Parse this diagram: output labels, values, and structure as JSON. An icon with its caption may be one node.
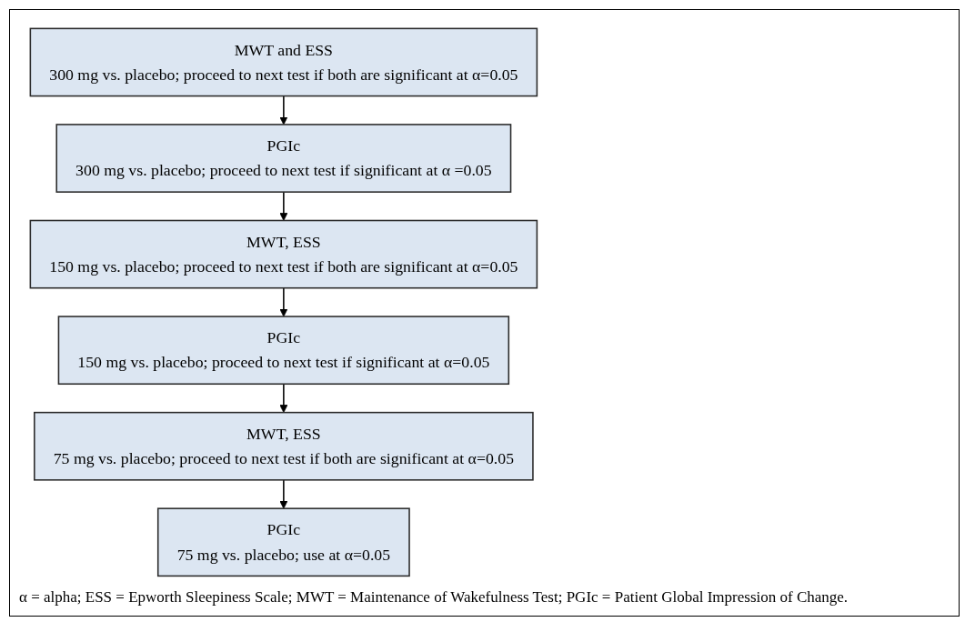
{
  "diagram": {
    "nodes": [
      {
        "text": [
          "MWT and ESS",
          "300 mg vs. placebo; proceed to next test if both are significant at α=0.05"
        ]
      },
      {
        "text": [
          "PGIc",
          "300 mg vs. placebo; proceed to next test if significant at α =0.05"
        ]
      },
      {
        "text": [
          "MWT, ESS",
          "150 mg vs. placebo; proceed to next test if both are significant at α=0.05"
        ]
      },
      {
        "text": [
          "PGIc",
          "150 mg vs. placebo; proceed to next test if significant at α=0.05"
        ]
      },
      {
        "text": [
          "MWT, ESS",
          "75 mg vs. placebo; proceed to next test if both are significant at α=0.05"
        ]
      },
      {
        "text": [
          "PGIc",
          "75 mg vs. placebo; use at α=0.05"
        ]
      }
    ],
    "edges": [
      {
        "from": 0,
        "to": 1,
        "arrow": "to"
      },
      {
        "from": 1,
        "to": 2,
        "arrow": "to"
      },
      {
        "from": 2,
        "to": 3,
        "arrow": "to"
      },
      {
        "from": 3,
        "to": 4,
        "arrow": "to"
      },
      {
        "from": 4,
        "to": 5,
        "arrow": "to"
      }
    ],
    "caption": "α = alpha; ESS = Epworth Sleepiness Scale; MWT = Maintenance of Wakefulness Test; PGIc = Patient Global Impression of Change."
  }
}
